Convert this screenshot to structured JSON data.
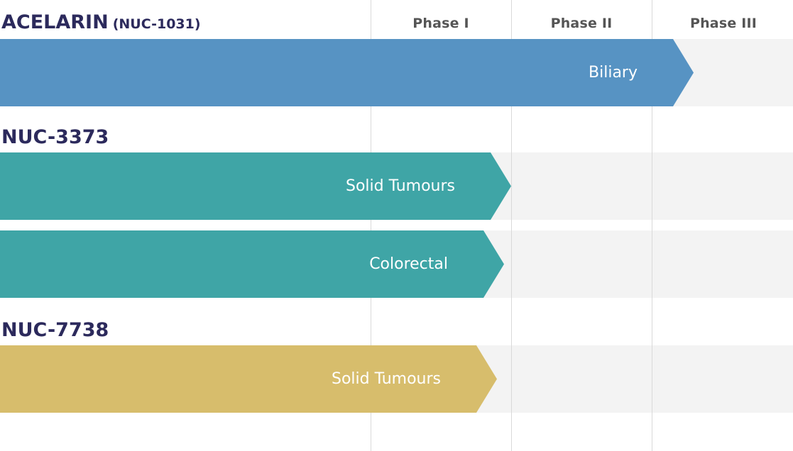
{
  "phases": [
    "Phase I",
    "Phase II",
    "Phase III"
  ],
  "chart_data": {
    "type": "bar",
    "orientation": "horizontal",
    "axis": {
      "categories": [
        "Phase I",
        "Phase II",
        "Phase III"
      ]
    },
    "groups": [
      {
        "name": "ACELARIN",
        "code": "(NUC-1031)",
        "programs": [
          {
            "label": "Biliary",
            "progress_phase": 3.3,
            "color": "#5793c3"
          }
        ]
      },
      {
        "name": "NUC-3373",
        "code": "",
        "programs": [
          {
            "label": "Solid Tumours",
            "progress_phase": 2.0,
            "color": "#3fa5a6"
          },
          {
            "label": "Colorectal",
            "progress_phase": 1.95,
            "color": "#3fa5a6"
          }
        ]
      },
      {
        "name": "NUC-7738",
        "code": "",
        "programs": [
          {
            "label": "Solid Tumours",
            "progress_phase": 1.9,
            "color": "#d7bd6c"
          }
        ]
      }
    ]
  }
}
